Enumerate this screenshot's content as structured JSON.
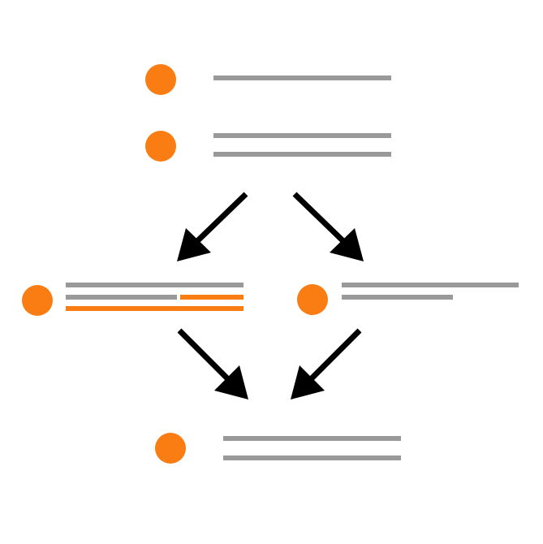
{
  "colors": {
    "background": "#ffffff",
    "bullet": "#fa7d14",
    "line_gray": "#999999",
    "line_orange": "#fa7d14",
    "arrow": "#000000"
  },
  "icons": {
    "bullet": "filled-circle",
    "arrow": "thick-arrow"
  },
  "blocks": [
    {
      "name": "top-single-line-item",
      "lines": 1
    },
    {
      "name": "top-two-line-item",
      "lines": 2
    },
    {
      "name": "left-branch-item",
      "lines": 3,
      "highlighted": true
    },
    {
      "name": "right-branch-item",
      "lines": 2
    },
    {
      "name": "merged-item",
      "lines": 2
    }
  ],
  "arrows": [
    {
      "name": "split-left-arrow",
      "direction": "down-left"
    },
    {
      "name": "split-right-arrow",
      "direction": "down-right"
    },
    {
      "name": "merge-from-left-arrow",
      "direction": "down-right"
    },
    {
      "name": "merge-from-right-arrow",
      "direction": "down-left"
    }
  ]
}
